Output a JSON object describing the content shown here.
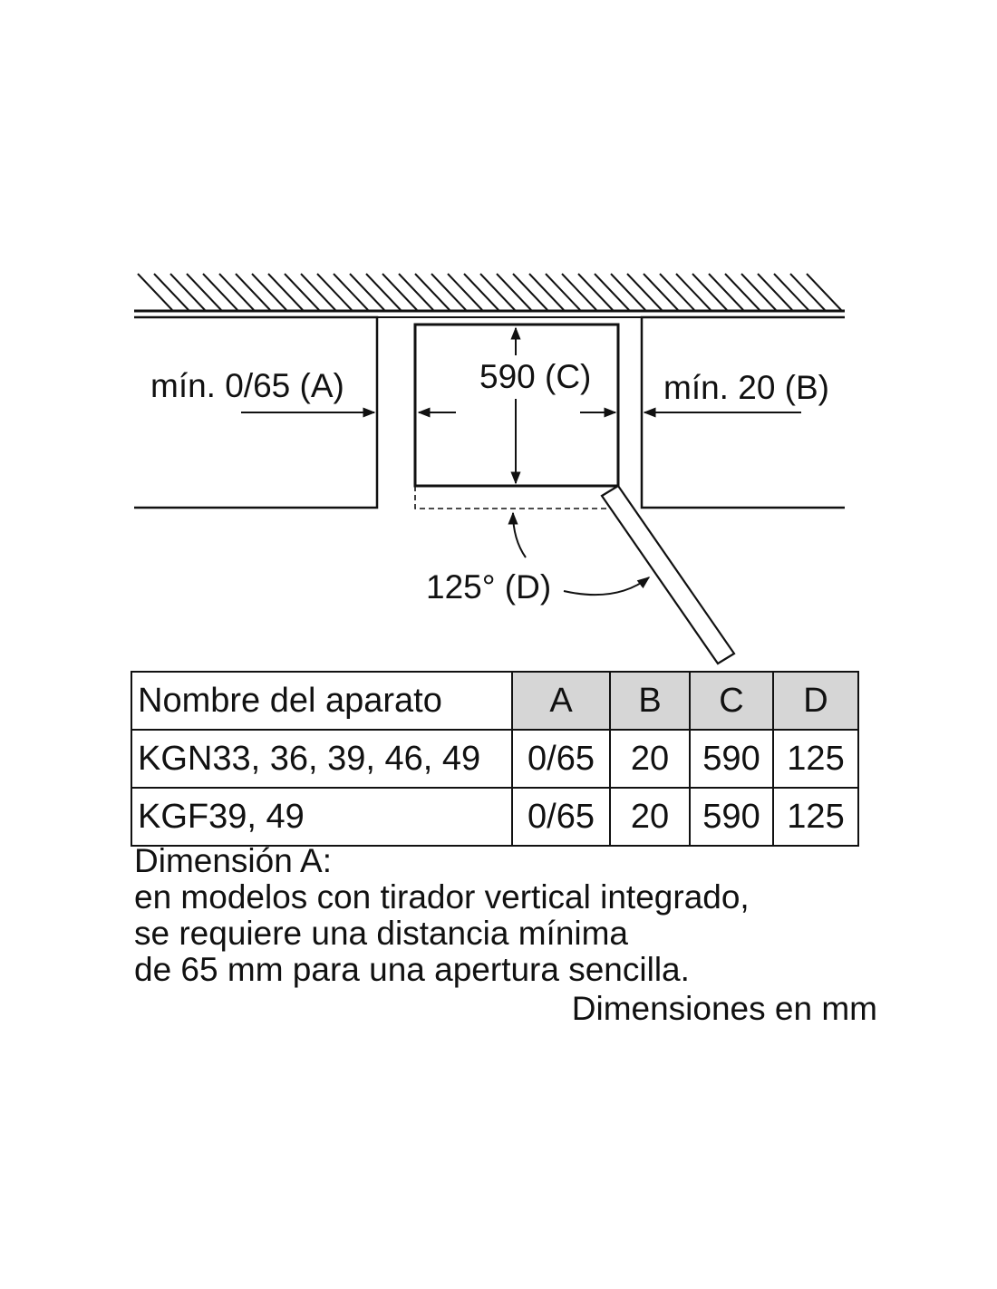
{
  "diagram": {
    "label_a": "mín. 0/65 (A)",
    "label_b": "mín. 20 (B)",
    "label_c": "590 (C)",
    "label_d": "125° (D)"
  },
  "table": {
    "columns": [
      "Nombre del aparato",
      "A",
      "B",
      "C",
      "D"
    ],
    "rows": [
      [
        "KGN33, 36, 39, 46, 49",
        "0/65",
        "20",
        "590",
        "125"
      ],
      [
        "KGF39, 49",
        "0/65",
        "20",
        "590",
        "125"
      ]
    ]
  },
  "notes": {
    "lines": [
      "Dimensión A:",
      "en modelos con tirador vertical integrado,",
      "se requiere una distancia mínima",
      "de 65 mm para una apertura sencilla."
    ],
    "unit_note": "Dimensiones en mm"
  }
}
